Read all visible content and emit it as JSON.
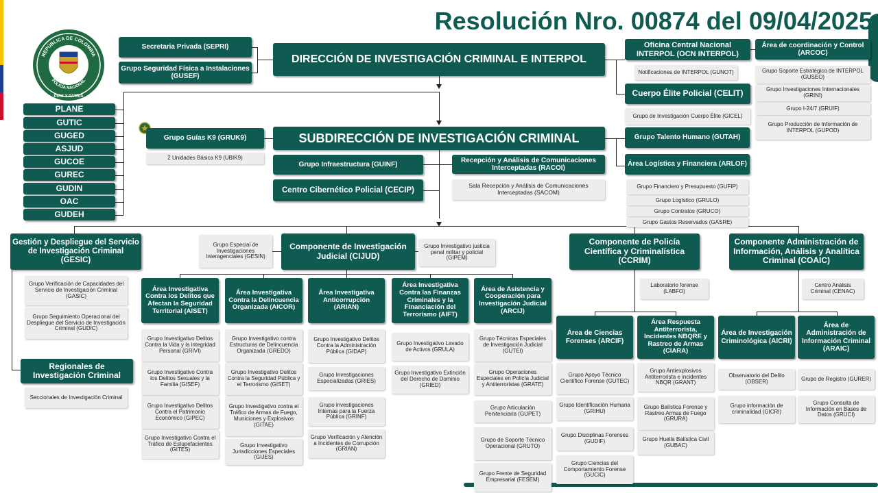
{
  "title": "Resolución Nro. 00874 del 09/04/2025",
  "emblem": {
    "top": "REPÚBLICA DE COLOMBIA",
    "middle": "POLICÍA NACIONAL",
    "motto": "DIOS Y PATRIA"
  },
  "nodes": {
    "sepri": "Secretaria Privada (SEPRI)",
    "gusef": "Grupo Seguridad Física a Instalaciones (GUSEF)",
    "direccion": "DIRECCIÓN DE INVESTIGACIÓN CRIMINAL E INTERPOL",
    "ocn": "Oficina Central Nacional INTERPOL (OCN INTERPOL)",
    "gunot": "Notificaciones de INTERPOL (GUNOT)",
    "arcoc": "Área de coordinación y Control (ARCOC)",
    "guseo": "Grupo Soporte Estratégico de INTERPOL (GUSEO)",
    "grini": "Grupo Investigaciones Internacionales (GRINI)",
    "gruif": "Grupo I-24/7 (GRUIF)",
    "gupod": "Grupo Producción de Información de INTERPOL (GUPOD)",
    "celit": "Cuerpo Élite Policial (CELIT)",
    "gicel": "Grupo de Investigación Cuerpo Élite (GICEL)",
    "plane": "PLANE",
    "gutic": "GUTIC",
    "guged": "GUGED",
    "asjud": "ASJUD",
    "gucoe": "GUCOE",
    "gurec": "GUREC",
    "gudin": "GUDIN",
    "oac": "OAC",
    "gudeh": "GUDEH",
    "gruk9": "Grupo Guías K9 (GRUK9)",
    "ubik9": "2 Unidades Básica K9 (UBIK9)",
    "subdireccion": "SUBDIRECCIÓN DE INVESTIGACIÓN CRIMINAL",
    "gutah": "Grupo Talento Humano (GUTAH)",
    "guinf": "Grupo Infraestructura (GUINF)",
    "racoi": "Recepción y Análisis de Comunicaciones Interceptadas (RACOI)",
    "sacom": "Sala Recepción y Análisis de Comunicaciones Interceptadas (SACOM)",
    "arlof": "Área Logística y Financiera (ARLOF)",
    "gufip": "Grupo Financiero y Presupuesto (GUFIP)",
    "grulo": "Grupo Logístico (GRULO)",
    "gruco": "Grupo Contratos (GRUCO)",
    "gasre": "Grupo Gastos Reservados (GASRE)",
    "cecip": "Centro Cibernético Policial (CECIP)",
    "gesic": "Gestión y Despliegue del Servicio de Investigación Criminal (GESIC)",
    "gasic": "Grupo Verificación de Capacidades del Servicio de Investigación Criminal (GASIC)",
    "gudic": "Grupo Seguimiento Operacional del Despliegue del Servicio de Investigación Criminal (GUDIC)",
    "regionales": "Regionales de Investigación Criminal",
    "seccionales": "Seccionales de Investigación Criminal",
    "gesin": "Grupo Especial de Investigaciones Interagenciales (GESIN)",
    "cijud": "Componente de Investigación Judicial (CIJUD)",
    "gipem": "Grupo Investigativo justicia penal militar y policial (GIPEM)",
    "ccrim": "Componente de Policía Científica y Criminalística (CCRIM)",
    "coaic": "Componente Administración de Información, Análisis y Analítica Criminal (COAIC)",
    "aiset": "Área Investigativa Contra los Delitos que Afectan la Seguridad Territorial (AISET)",
    "aicor": "Área Investigativa Contra la Delincuencia Organizada (AICOR)",
    "arian": "Área Investigativa Anticorrupción (ARIAN)",
    "aift": "Área Investigativa Contra las Finanzas Criminales y la Financiación del Terrorismo (AIFT)",
    "arcij": "Área de Asistencia y Cooperación para Investigación Judicial (ARCIJ)",
    "grivi": "Grupo Investigativo Delitos Contra la Vida y la integridad Personal (GRIVI)",
    "gisef": "Grupo Investigativo Contra los Delitos Sexuales y la Familia (GISEF)",
    "gipec": "Grupo Investigativo Delitos Contra el Patrimonio Económico (GIPEC)",
    "gites": "Grupo Investigativo Contra el Tráfico de Estupefacientes (GITES)",
    "gredo": "Grupo Investigativo contra Estructuras de Delincuencia Organizada (GREDO)",
    "giset": "Grupo Investigativo Delitos Contra la Seguridad Pública y el Terrorismo (GISET)",
    "gitae": "Grupo Investigativo contra el Tráfico de Armas de Fuego, Municiones y Explosivos (GITAE)",
    "gijes": "Grupo Investigativo Jurisdicciones Especiales (GIJES)",
    "gidap": "Grupo Investigativo Delitos Contra la Administración Pública (GIDAP)",
    "gries": "Grupo Investigaciones Especializadas (GRIES)",
    "grinf": "Grupo investigaciones Internas para la Fuerza Pública (GRINF)",
    "grian": "Grupo Verificación y Atención a Incidentes de Corrupción (GRIAN)",
    "grula": "Grupo Investigativo Lavado de Activos (GRULA)",
    "gried": "Grupo Investigativo Extinción del Derecho de Dominio (GRIED)",
    "gutei": "Grupo Técnicas Especiales de Investigación Judicial (GUTEI)",
    "grate": "Grupo Operaciones Especiales en Policía Judicial y Antiterroristas (GRATE)",
    "gupet": "Grupo Articulación Penitenciaria (GUPET)",
    "gruto": "Grupo de Soporte Técnico Operacional (GRUTO)",
    "fesem": "Grupo Frente de Seguridad Empresarial (FESEM)",
    "labfo": "Laboratorio forense (LABFO)",
    "cenac": "Centro Análisis Criminal (CENAC)",
    "arcif": "Área de Ciencias Forenses (ARCIF)",
    "ciara": "Área Respuesta Antiterrorista, Incidentes NBQRE y Rastreo de Armas (CIARA)",
    "aicri": "Área de Investigación Criminológica (AICRI)",
    "araic": "Área de Administración de Información Criminal (ARAIC)",
    "gutec": "Grupo Apoyo Técnico Científico Forense (GUTEC)",
    "grihu": "Grupo Identificación Humana (GRIHU)",
    "gudif": "Grupo Disciplinas Forenses (GUDIF)",
    "gucic": "Grupo Ciencias del Comportamiento Forense (GUCIC)",
    "grant": "Grupo Antiexplosivos Antiterrorista e incidentes NBQR (GRANT)",
    "grura": "Grupo Balística Forense y Rastreo Armas de Fuego (GRURA)",
    "gubac": "Grupo Huella Balística Civil (GUBAC)",
    "obser": "Observatorio del Delito (OBSER)",
    "gicri": "Grupo información de criminalidad (GICRI)",
    "gurer": "Grupo de Registro (GURER)",
    "gruci": "Grupo Consulta de Información en Bases de Datos (GRUCI)"
  },
  "colors": {
    "primary": "#0f5b52",
    "unit_box": "#ededed",
    "connector": "#222222",
    "flag_yellow": "#f5c400",
    "flag_blue": "#1d3f8f",
    "flag_red": "#c8102e"
  }
}
